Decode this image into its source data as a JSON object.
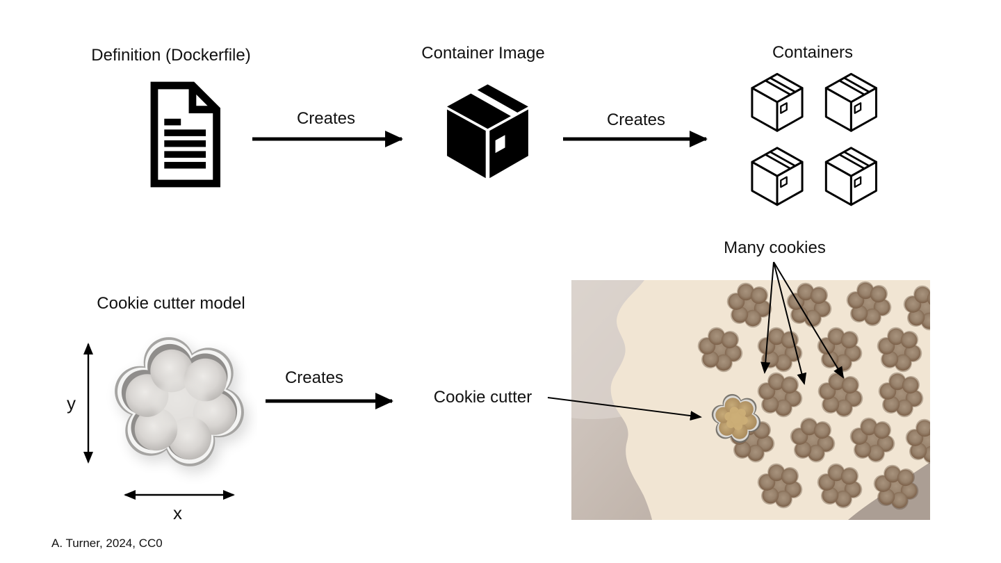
{
  "slide": {
    "top_row": {
      "dockerfile": {
        "title": "Definition (Dockerfile)",
        "icon": "document-icon"
      },
      "container_image": {
        "title": "Container Image",
        "icon": "package-box-icon"
      },
      "containers": {
        "title": "Containers",
        "icon": "outline-box-icon",
        "box_count": 4
      }
    },
    "arrows": {
      "creates1": "Creates",
      "creates2": "Creates",
      "creates3": "Creates"
    },
    "analogy": {
      "model_title": "Cookie cutter model",
      "dim_y": "y",
      "dim_x": "x",
      "cutter_label": "Cookie cutter",
      "cookies_label": "Many cookies"
    },
    "attribution": "A. Turner, 2024, CC0"
  },
  "colors": {
    "background": "#ffffff",
    "ink": "#000000",
    "dough": "#f1e5d3",
    "parchment": "#c4b9b1",
    "cookie_hole": "#8a6e52",
    "cutter_metal": "#e9e8e6",
    "cutter_dough_fill": "#b3966a"
  }
}
